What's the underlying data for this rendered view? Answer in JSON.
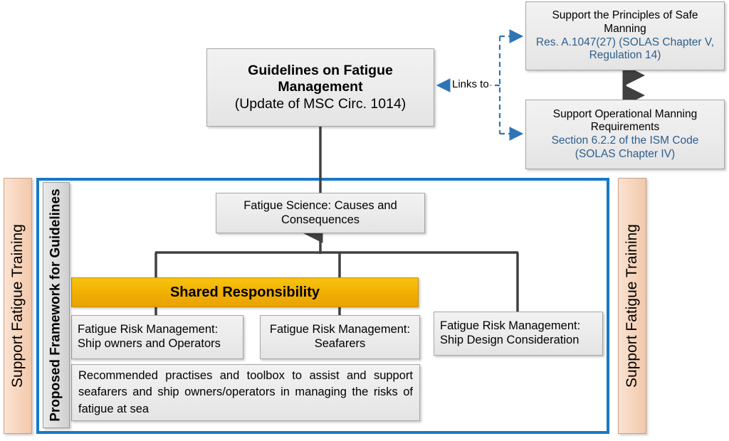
{
  "diagram": {
    "title_node": {
      "name": "guidelines-on-fatigue-management",
      "title": "Guidelines on Fatigue Management",
      "subtitle": "(Update of MSC Circ. 1014)"
    },
    "link_label": "Links to",
    "linked_instruments": [
      {
        "name": "support-safe-manning",
        "title": "Support the Principles of Safe Manning",
        "reference": "Res. A.1047(27) (SOLAS Chapter V, Regulation 14)"
      },
      {
        "name": "support-operational-manning",
        "title": "Support Operational Manning Requirements",
        "reference": "Section 6.2.2 of the ISM Code (SOLAS Chapter IV)"
      }
    ],
    "framework_label": "Proposed Framework for Guidelines",
    "side_panels": {
      "left_label": "Support Fatigue Training",
      "right_label": "Support Fatigue Training"
    },
    "framework_nodes": {
      "science": "Fatigue Science: Causes and Consequences",
      "shared_responsibility": "Shared Responsibility",
      "risk_management": [
        "Fatigue Risk Management: Ship owners and Operators",
        "Fatigue Risk Management: Seafarers",
        "Fatigue Risk Management: Ship Design Consideration"
      ],
      "recommended": "Recommended practises and toolbox to assist and support seafarers and ship owners/operators in managing the risks of fatigue at sea"
    },
    "colors": {
      "frame_blue": "#1878C8",
      "link_blue": "#2E5E8C",
      "dashed_arrow_blue": "#2E75B6",
      "shared_gold": "#F2B204",
      "panel_peach": "#F7D7C0",
      "connector_gray": "#404040",
      "node_gray": "#ebebeb"
    }
  }
}
